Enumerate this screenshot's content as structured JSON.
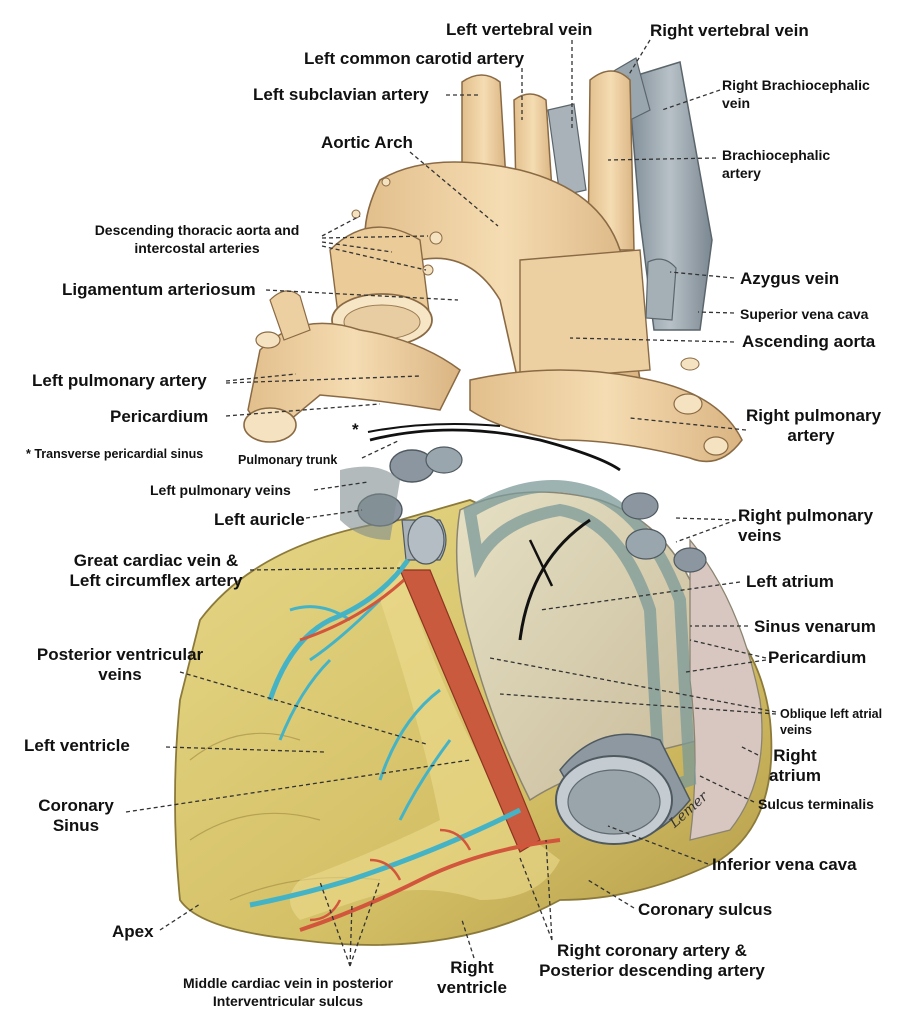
{
  "labels": {
    "left_vertebral_vein": "Left vertebral vein",
    "right_vertebral_vein": "Right vertebral vein",
    "left_common_carotid_artery": "Left common carotid artery",
    "right_brachiocephalic_vein_1": "Right Brachiocephalic",
    "right_brachiocephalic_vein_2": "vein",
    "left_subclavian_artery": "Left subclavian artery",
    "aortic_arch": "Aortic Arch",
    "brachiocephalic_artery_1": "Brachiocephalic",
    "brachiocephalic_artery_2": "artery",
    "descending_thoracic_aorta_1": "Descending thoracic aorta and",
    "descending_thoracic_aorta_2": "intercostal arteries",
    "azygus_vein": "Azygus vein",
    "ligamentum_arteriosum": "Ligamentum arteriosum",
    "superior_vena_cava": "Superior vena cava",
    "ascending_aorta": "Ascending aorta",
    "left_pulmonary_artery": "Left pulmonary  artery",
    "pericardium_left": "Pericardium",
    "right_pulmonary_artery_1": "Right pulmonary",
    "right_pulmonary_artery_2": "artery",
    "transverse_pericardial_sinus": "* Transverse pericardial sinus",
    "asterisk": "*",
    "pulmonary_trunk": "Pulmonary trunk",
    "left_pulmonary_veins": "Left pulmonary veins",
    "right_pulmonary_veins_1": "Right pulmonary",
    "right_pulmonary_veins_2": "veins",
    "left_auricle": "Left auricle",
    "great_cardiac_vein_1": "Great cardiac vein &",
    "great_cardiac_vein_2": "Left circumflex artery",
    "left_atrium": "Left atrium",
    "sinus_venarum": "Sinus venarum",
    "posterior_ventricular_veins_1": "Posterior ventricular",
    "posterior_ventricular_veins_2": "veins",
    "pericardium_right": "Pericardium",
    "oblique_left_atrial_veins_1": "Oblique left atrial",
    "oblique_left_atrial_veins_2": "veins",
    "left_ventricle": "Left ventricle",
    "right_atrium_1": "Right",
    "right_atrium_2": "atrium",
    "coronary_sinus_1": "Coronary",
    "coronary_sinus_2": "Sinus",
    "sulcus_terminalis": "Sulcus terminalis",
    "inferior_vena_cava": "Inferior vena cava",
    "coronary_sulcus": "Coronary sulcus",
    "apex": "Apex",
    "right_coronary_artery_1": "Right coronary artery &",
    "right_coronary_artery_2": "Posterior descending artery",
    "right_ventricle_1": "Right",
    "right_ventricle_2": "ventricle",
    "middle_cardiac_vein_1": "Middle cardiac vein in posterior",
    "middle_cardiac_vein_2": "Interventricular sulcus"
  },
  "signature": "Lemer",
  "colors": {
    "ventricle": "#d8c670",
    "vessel": "#efd2a4",
    "vein": "#9aa6ae",
    "artery_red": "#c84e38",
    "cardiac_vein": "#4fb7c8",
    "atrium": "#d9d2b0",
    "fat": "#efe39a"
  }
}
